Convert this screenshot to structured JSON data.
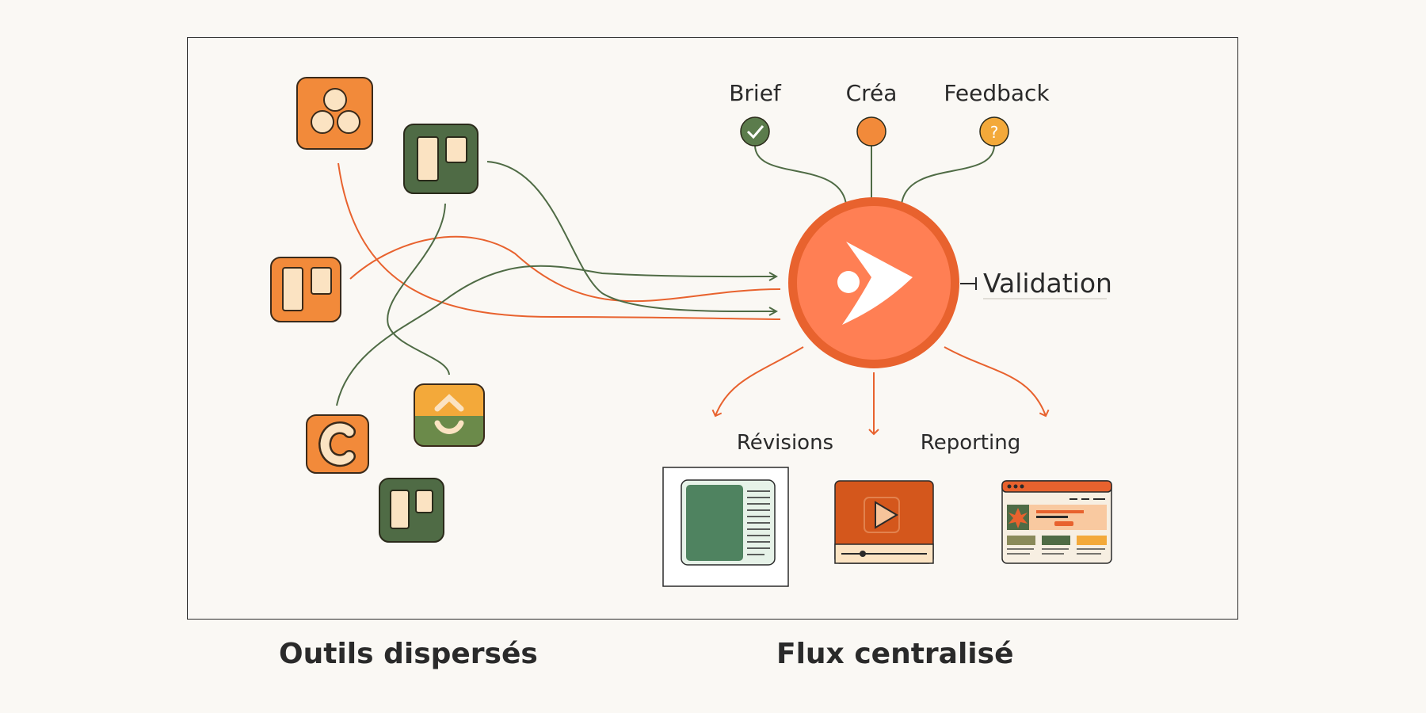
{
  "colors": {
    "orange": "#f28a3a",
    "orange_dark": "#e8622e",
    "green": "#4f6b45",
    "cream": "#fbe3c2",
    "accent_yellow": "#f3a93a",
    "background": "#faf8f4"
  },
  "icons": {
    "hub": "play-arrow-logo-icon",
    "tools": [
      "circles-app-icon",
      "kanban-app-icon",
      "kanban-app-icon",
      "chevron-app-icon",
      "c-app-icon",
      "kanban-app-icon"
    ]
  },
  "steps": {
    "brief": "Brief",
    "crea": "Créa",
    "feedback": "Feedback",
    "validation": "Validation",
    "revisions": "Révisions",
    "reporting": "Reporting"
  },
  "captions": {
    "left": "Outils dispersés",
    "right": "Flux centralisé"
  }
}
